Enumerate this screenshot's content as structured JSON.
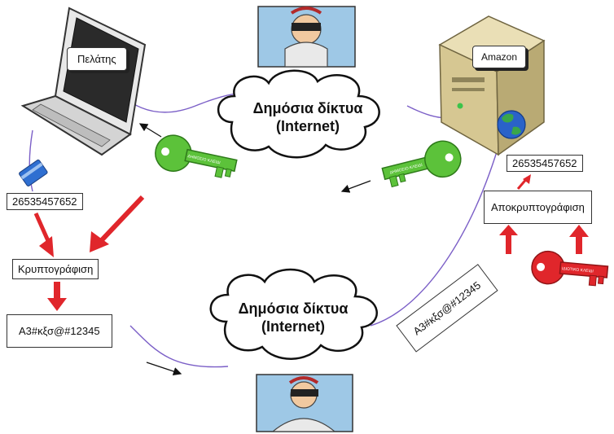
{
  "labels": {
    "client": "Πελάτης",
    "server": "Amazon",
    "card_number_left": "26535457652",
    "encryption": "Κρυπτογράφιση",
    "ciphertext_left": "Α3#κξσ@#12345",
    "ciphertext_right": "Α3#κξσ@#12345",
    "decryption": "Αποκρυπτογράφιση",
    "card_number_right": "26535457652"
  },
  "clouds": {
    "top": {
      "line1": "Δημόσια δίκτυα",
      "line2": "(Internet)"
    },
    "bottom": {
      "line1": "Δημόσια δίκτυα",
      "line2": "(Internet)"
    }
  },
  "keys": {
    "public_key_1": "ΔΗΜΟΣΙΟ ΚΛΕΙΔΙ",
    "public_key_2": "ΔΗΜΟΣΙΟ ΚΛΕΙΔΙ",
    "private_key": "ΙΔΙΩΤΙΚΟ ΚΛΕΙΔΙ"
  },
  "colors": {
    "public_key": "#5cc23a",
    "private_key": "#e0262b",
    "arrow": "#e0262b",
    "link_line": "#7b5fc7"
  }
}
